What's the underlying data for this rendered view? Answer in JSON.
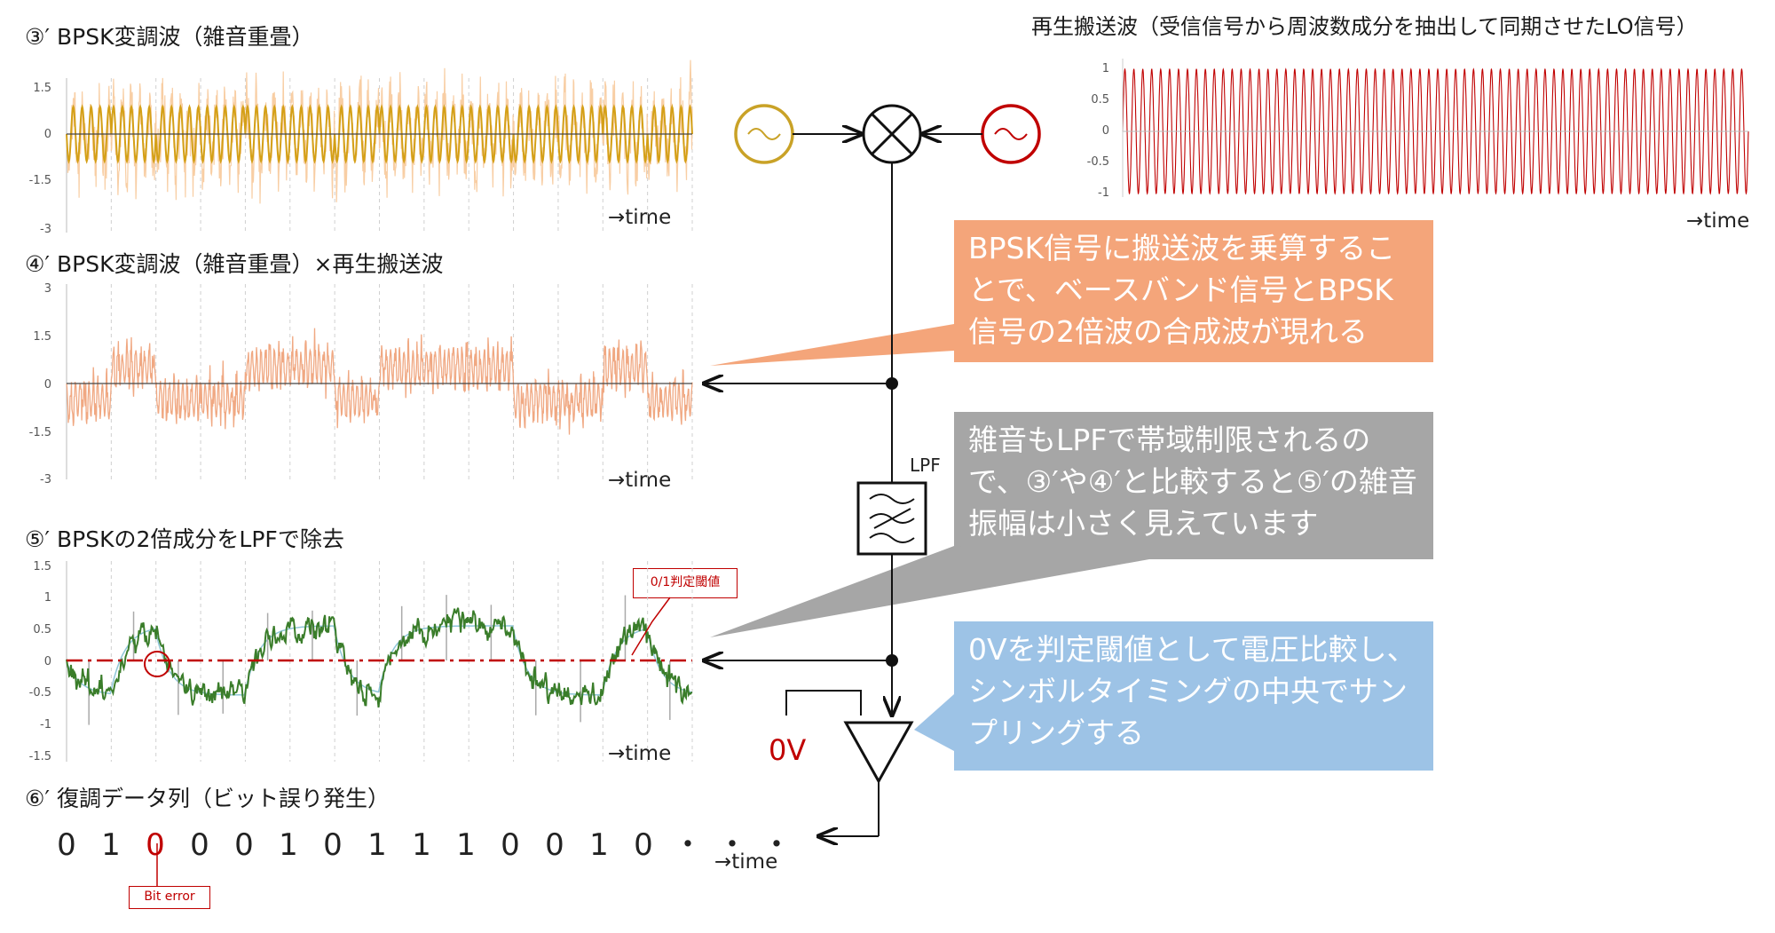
{
  "panels": {
    "p3": {
      "title": "③′ BPSK変調波（雑音重畳）",
      "ticks": [
        "1.5",
        "0",
        "-1.5",
        "-3"
      ],
      "time": "→time"
    },
    "p4": {
      "title": "④′ BPSK変調波（雑音重畳）×再生搬送波",
      "ticks": [
        "3",
        "1.5",
        "0",
        "-1.5",
        "-3"
      ],
      "time": "→time"
    },
    "p5": {
      "title": "⑤′ BPSKの2倍成分をLPFで除去",
      "ticks": [
        "1.5",
        "1",
        "0.5",
        "0",
        "-0.5",
        "-1",
        "-1.5"
      ],
      "time": "→time",
      "threshold_label": "0/1判定閾値"
    },
    "p6": {
      "title": "⑥′ 復調データ列（ビット誤り発生）",
      "bits": [
        "0",
        "1",
        "0",
        "0",
        "0",
        "1",
        "0",
        "1",
        "1",
        "1",
        "0",
        "0",
        "1",
        "0",
        "・",
        "・",
        "・"
      ],
      "error_index": 2,
      "error_label": "Bit error",
      "time": "→time"
    },
    "carrier": {
      "title": "再生搬送波（受信信号から周波数成分を抽出して同期させたLO信号）",
      "ticks": [
        "1",
        "0.5",
        "0",
        "-0.5",
        "-1"
      ],
      "time": "→time"
    }
  },
  "blocks": {
    "lpf_label": "LPF",
    "zero_v": "0V",
    "minus": "−",
    "plus": "+"
  },
  "callouts": {
    "orange": "BPSK信号に搬送波を乗算することで、ベースバンド信号とBPSK信号の2倍波の合成波が現れる",
    "gray": "雑音もLPFで帯域制限されるので、③′や④′と比較すると⑤′の雑音振幅は小さく見えています",
    "blue": "0Vを判定閾値として電圧比較し、シンボルタイミングの中央でサンプリングする"
  },
  "colors": {
    "bpsk": "#d4a017",
    "bpsk_light": "#f7c99a",
    "mixed": "#f0a882",
    "lpf": "#3a7d2a",
    "lpf_ref": "#8ec6d8",
    "threshold": "#c00000",
    "carrier": "#c00000",
    "orange_box": "#f4a57a",
    "gray_box": "#a6a6a6",
    "blue_box": "#9dc3e6"
  }
}
